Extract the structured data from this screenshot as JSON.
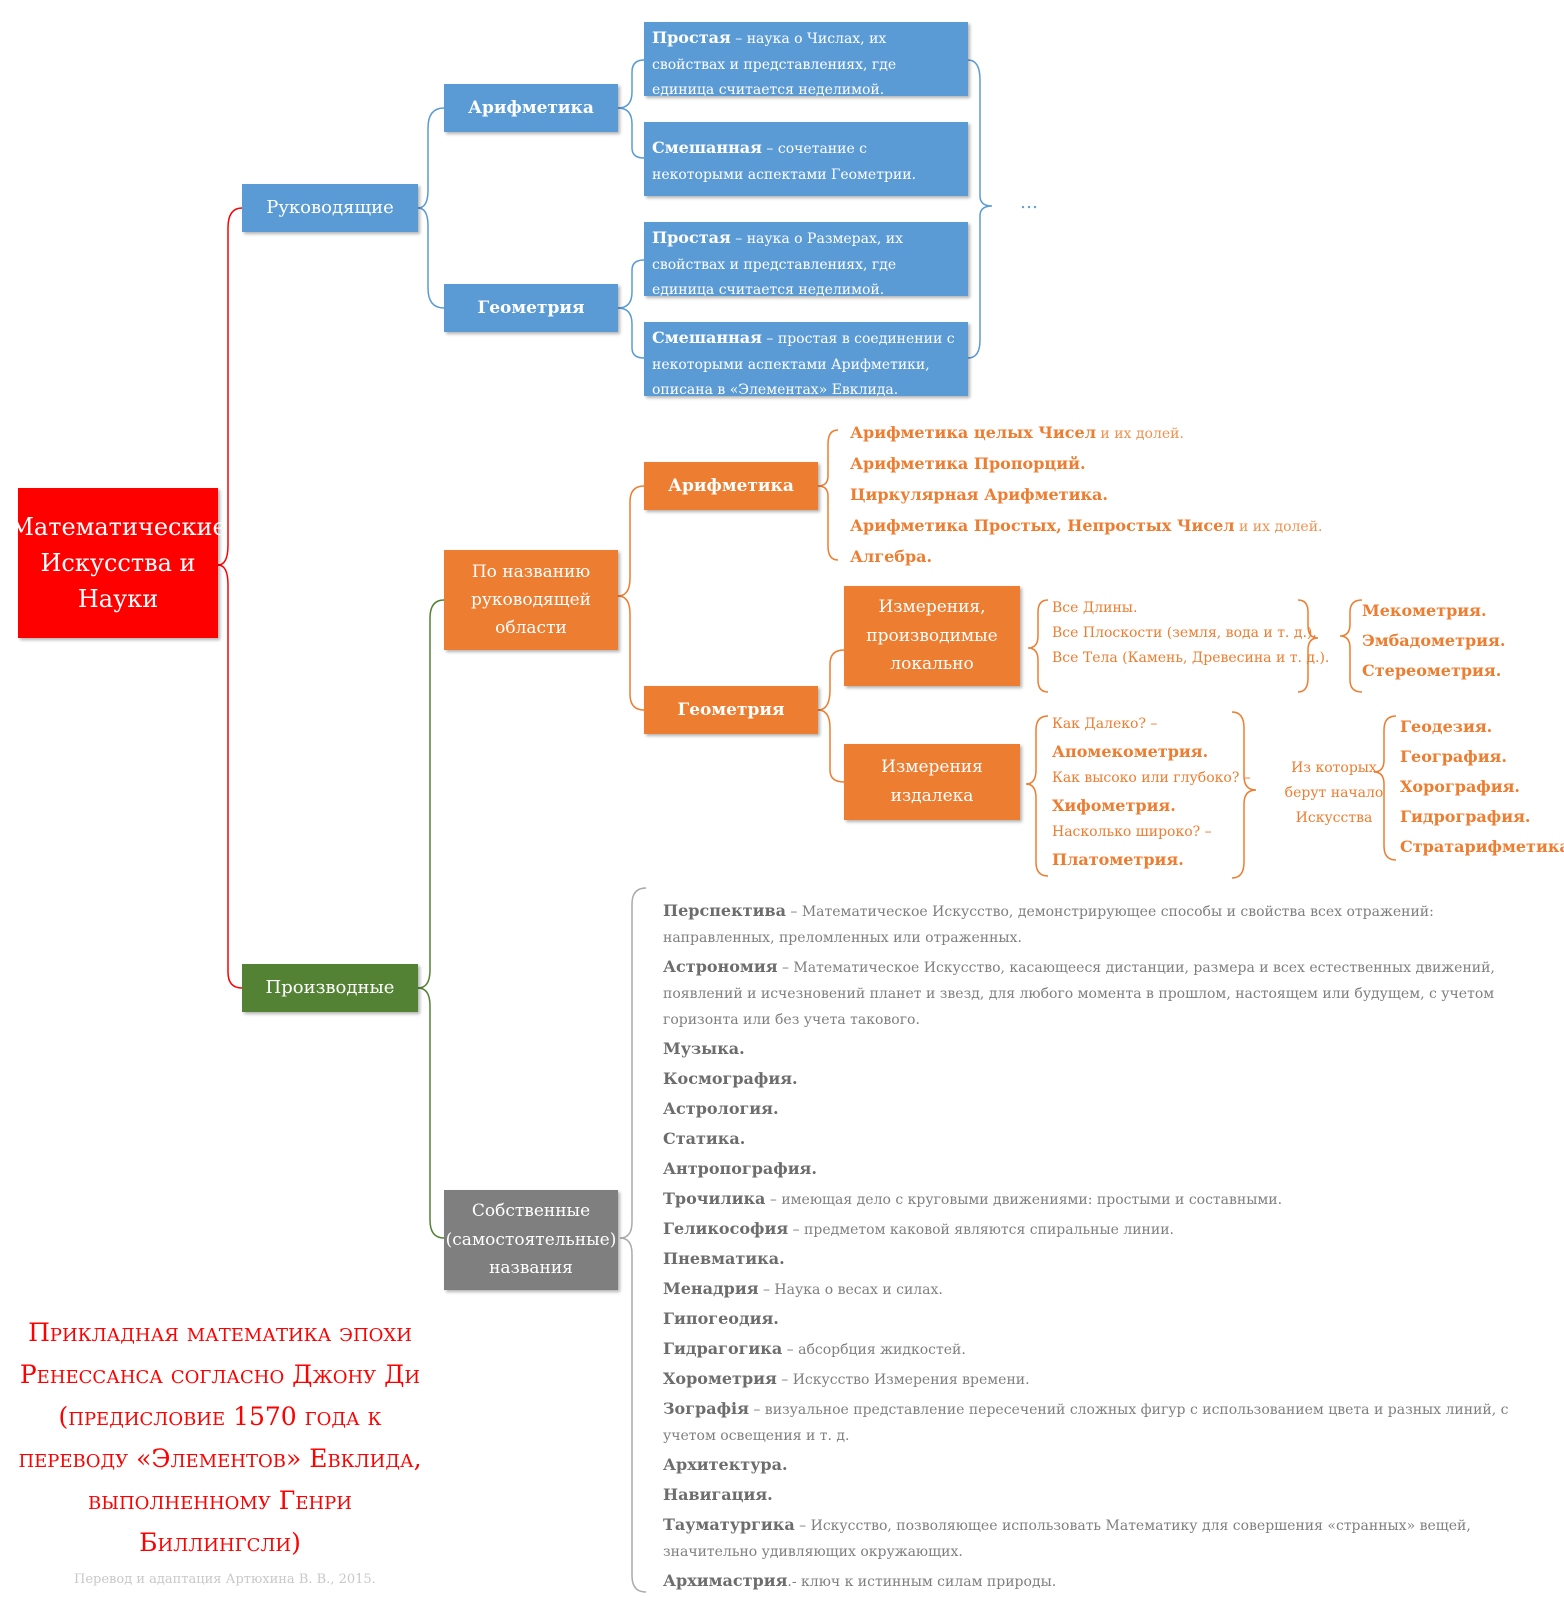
{
  "root": {
    "label": "Математические Искусства и Науки"
  },
  "branches": {
    "rukovod": "Руководящие",
    "proizv": "Производные"
  },
  "rukovod_children": {
    "arith": "Арифметика",
    "geom": "Геометрия",
    "arith_simple": {
      "bold": "Простая",
      "text": " – наука о Числах, их свойствах и представлениях, где единица считается неделимой."
    },
    "arith_mixed": {
      "bold": "Смешанная",
      "text": " – сочетание с некоторыми аспектами Геометрии."
    },
    "geom_simple": {
      "bold": "Простая",
      "text": " – наука о Размерах, их свойствах и представлениях, где единица считается неделимой."
    },
    "geom_mixed": {
      "bold": "Смешанная",
      "text": " – простая в соединении с некоторыми аспектами Арифметики, описана в «Элементах» Евклида."
    },
    "ellipsis": "…"
  },
  "derived": {
    "by_name": "По названию руководящей области",
    "own": "Собственные (самостоятельные) названия",
    "arith": "Арифметика",
    "geom": "Геометрия",
    "arith_list": [
      {
        "b": "Арифметика целых Чисел",
        "n": " и их долей."
      },
      {
        "b": "Арифметика Пропорций.",
        "n": ""
      },
      {
        "b": "Циркулярная Арифметика.",
        "n": ""
      },
      {
        "b": "Арифметика Простых, Непростых Чисел",
        "n": " и их долей."
      },
      {
        "b": "Алгебра.",
        "n": ""
      }
    ],
    "local": "Измерения, производимые локально",
    "remote": "Измерения издалека",
    "local_items": [
      "Все Длины.",
      "Все Плоскости (земля, вода и т. д.).",
      "Все Тела (Камень, Древесина и т. д.)."
    ],
    "local_results": [
      "Мекометрия.",
      "Эмбадометрия.",
      "Стереометрия."
    ],
    "remote_items": [
      {
        "q": "Как Далеко? –",
        "a": "Апомекометрия."
      },
      {
        "q": "Как высоко или глубоко? –",
        "a": "Хифометрия."
      },
      {
        "q": "Насколько широко? –",
        "a": "Платометрия."
      }
    ],
    "remote_middle": "Из которых берут начало Искусства",
    "remote_results": [
      "Геодезия.",
      "География.",
      "Хорография.",
      "Гидрография.",
      "Стратарифметика."
    ]
  },
  "own_list": [
    {
      "b": "Перспектива",
      "t": " – Математическое Искусство, демонстрирующее способы и свойства всех отражений: направленных, преломленных или отраженных."
    },
    {
      "b": "Астрономия",
      "t": " – Математическое Искусство, касающееся дистанции, размера и всех естественных движений, появлений и исчезновений планет и звезд, для любого момента в прошлом, настоящем или будущем, с учетом горизонта или без учета такового."
    },
    {
      "b": "Музыка.",
      "t": ""
    },
    {
      "b": "Космография.",
      "t": ""
    },
    {
      "b": "Астрология.",
      "t": ""
    },
    {
      "b": "Статика.",
      "t": ""
    },
    {
      "b": "Антропография.",
      "t": ""
    },
    {
      "b": "Трочилика",
      "t": " – имеющая дело с круговыми движениями: простыми и составными."
    },
    {
      "b": "Геликософия",
      "t": " – предметом каковой являются спиральные линии."
    },
    {
      "b": "Пневматика.",
      "t": ""
    },
    {
      "b": "Менадрия",
      "t": " – Наука о весах и силах."
    },
    {
      "b": "Гипогеодия.",
      "t": ""
    },
    {
      "b": "Гидрагогика",
      "t": " – абсорбция жидкостей."
    },
    {
      "b": "Хорометрия",
      "t": " – Искусство Измерения времени."
    },
    {
      "b": "Зографія",
      "t": " – визуальное представление пересечений сложных фигур с использованием цвета и разных линий, с учетом освещения и т. д."
    },
    {
      "b": "Архитектура.",
      "t": ""
    },
    {
      "b": "Навигация.",
      "t": ""
    },
    {
      "b": "Тауматургика",
      "t": " – Искусство, позволяющее использовать Математику для совершения «странных» вещей, значительно удивляющих окружающих."
    },
    {
      "b": "Архимастрия",
      "t": ".- ключ к истинным силам природы."
    }
  ],
  "title": "Прикладная математика эпохи Ренессанса согласно Джону Ди (предисловие 1570 года к переводу «Элементов» Евклида, выполненному Генри Биллингсли)",
  "credit": "Перевод и адаптация Артюхина В. В., 2015.",
  "colors": {
    "blue": "#5b9bd5",
    "orange": "#ed7d31",
    "green": "#548235",
    "gray": "#7f7f7f",
    "red": "#ff0000"
  }
}
